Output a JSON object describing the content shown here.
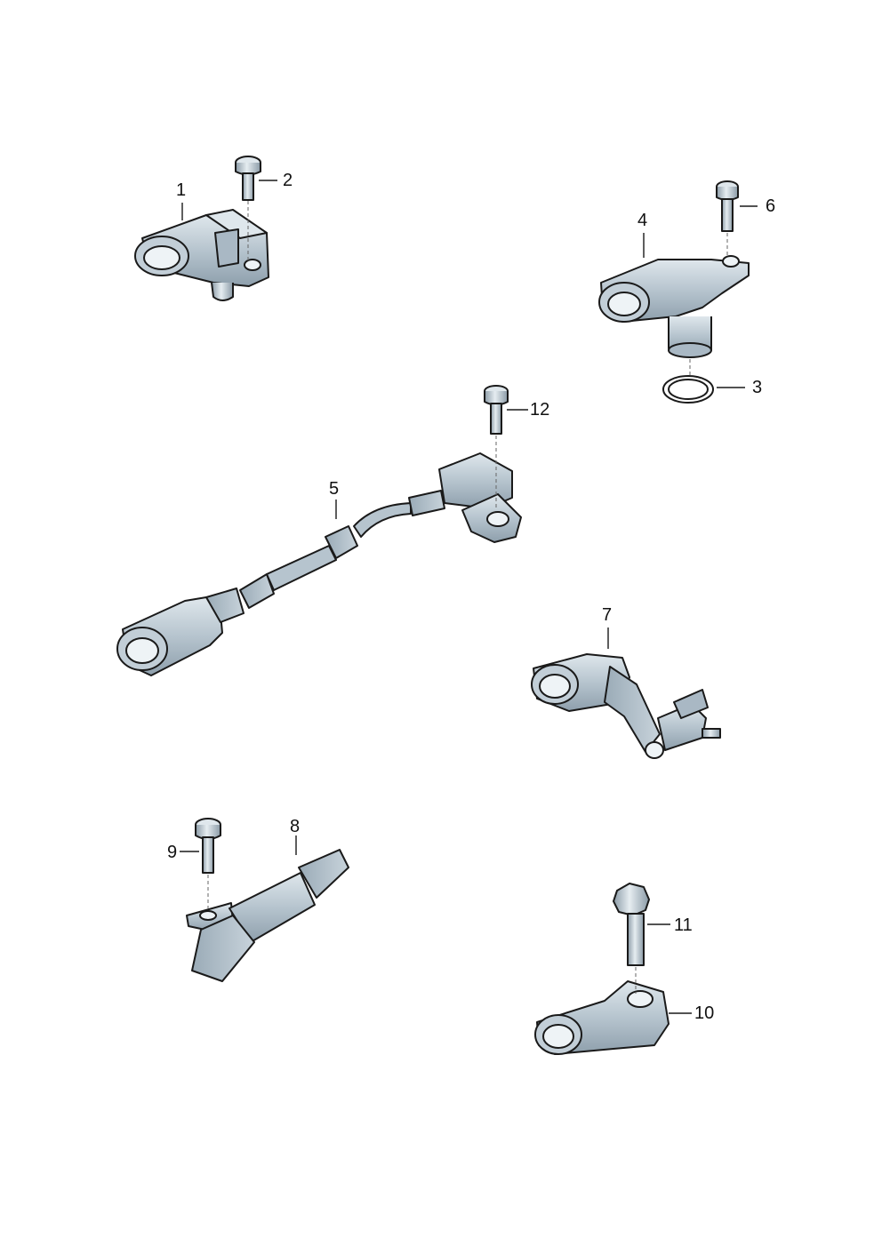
{
  "diagram": {
    "callouts": [
      {
        "id": "1",
        "label": "1"
      },
      {
        "id": "2",
        "label": "2"
      },
      {
        "id": "3",
        "label": "3"
      },
      {
        "id": "4",
        "label": "4"
      },
      {
        "id": "5",
        "label": "5"
      },
      {
        "id": "6",
        "label": "6"
      },
      {
        "id": "7",
        "label": "7"
      },
      {
        "id": "8",
        "label": "8"
      },
      {
        "id": "9",
        "label": "9"
      },
      {
        "id": "10",
        "label": "10"
      },
      {
        "id": "11",
        "label": "11"
      },
      {
        "id": "12",
        "label": "12"
      }
    ],
    "colors": {
      "body_light": "#c9d4dc",
      "body_mid": "#a9b8c4",
      "body_dark": "#7f909e",
      "stroke": "#1a1a1a"
    }
  }
}
